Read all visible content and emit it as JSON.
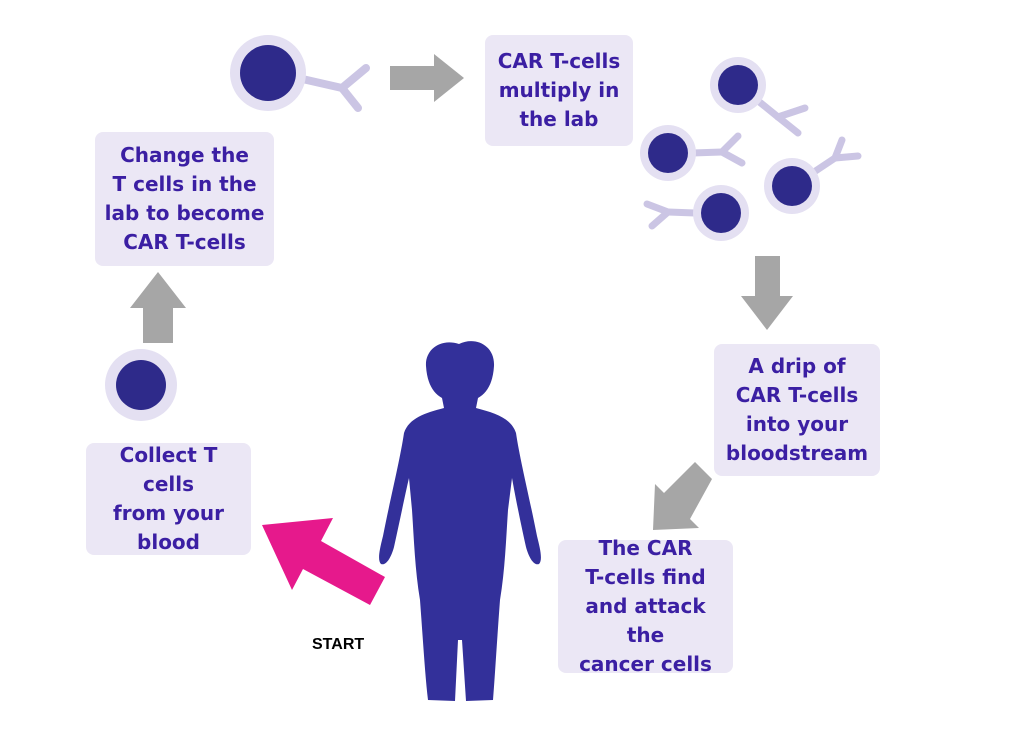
{
  "steps": {
    "collect": [
      "Collect T cells",
      "from your",
      "blood"
    ],
    "change": [
      "Change the",
      "T cells in the",
      "lab to become",
      "CAR T-cells"
    ],
    "multiply": [
      "CAR T-cells",
      "multiply in",
      "the lab"
    ],
    "drip": [
      "A drip of",
      "CAR T-cells",
      "into your",
      "bloodstream"
    ],
    "attack": [
      "The CAR",
      "T-cells find",
      "and attack the",
      "cancer cells"
    ]
  },
  "start_label": "START",
  "colors": {
    "purple": "#2e2a8a",
    "halo": "#e4e0f2",
    "receptor": "#cbc5e4",
    "box_bg": "#ebe7f5",
    "text": "#3b1fa3",
    "arrow_gray": "#a6a6a6",
    "start_arrow": "#e6198c",
    "body": "#33309a"
  }
}
